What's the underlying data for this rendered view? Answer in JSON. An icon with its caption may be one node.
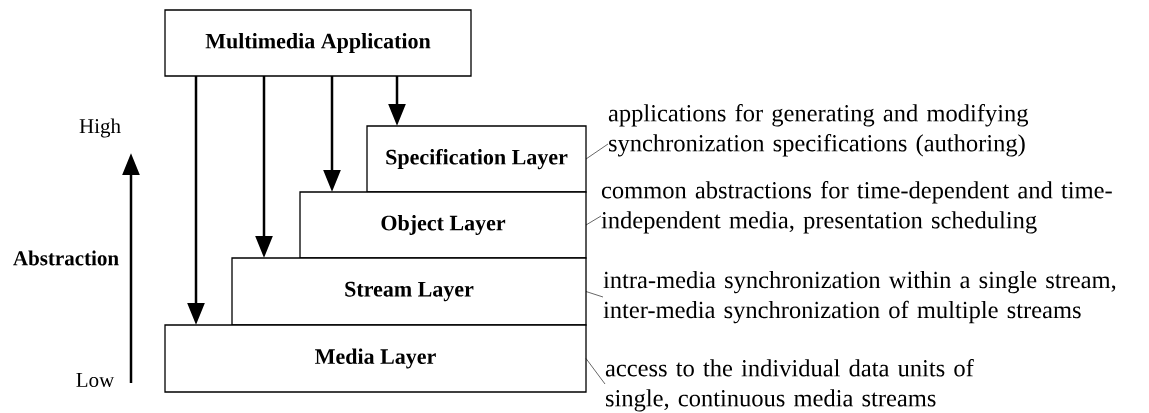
{
  "diagram": {
    "nodes": [
      {
        "text": [
          "Multimedia Application"
        ]
      },
      {
        "text": [
          "Specification Layer"
        ]
      },
      {
        "text": [
          "Object Layer"
        ]
      },
      {
        "text": [
          "Stream Layer"
        ]
      },
      {
        "text": [
          "Media Layer"
        ]
      },
      {
        "text": [
          "applications for generating and modifying synchronization specifications (authoring)"
        ]
      },
      {
        "text": [
          "common abstractions for time-dependent and time-independent media, presentation scheduling"
        ]
      },
      {
        "text": [
          "intra-media synchronization within a single stream, inter-media synchronization of multiple streams"
        ]
      },
      {
        "text": [
          "access to the individual data units of single, continuous media streams"
        ]
      }
    ],
    "edges": [
      {
        "from": 0,
        "to": 4,
        "arrow": "to",
        "style": "thick"
      },
      {
        "from": 0,
        "to": 3,
        "arrow": "to",
        "style": "thick"
      },
      {
        "from": 0,
        "to": 2,
        "arrow": "to",
        "style": "thick"
      },
      {
        "from": 0,
        "to": 1,
        "arrow": "to",
        "style": "thick"
      },
      {
        "from": 5,
        "to": 1,
        "arrow": "none"
      },
      {
        "from": 6,
        "to": 2,
        "arrow": "none"
      },
      {
        "from": 7,
        "to": 3,
        "arrow": "none"
      },
      {
        "from": 8,
        "to": 4,
        "arrow": "none"
      }
    ],
    "labels": [
      "High",
      "Abstraction",
      "Low"
    ]
  }
}
